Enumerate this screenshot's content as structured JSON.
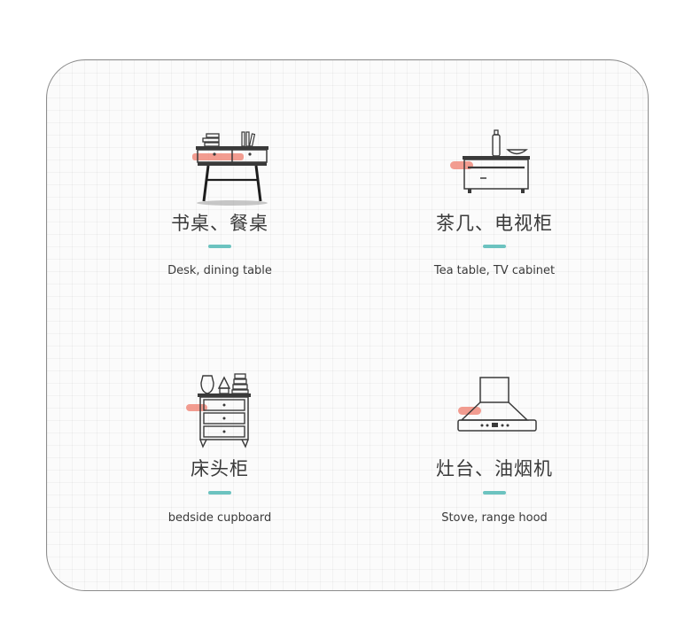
{
  "colors": {
    "accent_bar": "#6cc3c0",
    "highlight": "#f08b7c",
    "line": "#3a3a3a"
  },
  "items": [
    {
      "icon": "desk-icon",
      "title": "书桌、餐桌",
      "subtitle": "Desk, dining table"
    },
    {
      "icon": "tv-cabinet-icon",
      "title": "茶几、电视柜",
      "subtitle": "Tea table, TV cabinet"
    },
    {
      "icon": "bedside-cabinet-icon",
      "title": "床头柜",
      "subtitle": "bedside cupboard"
    },
    {
      "icon": "range-hood-icon",
      "title": "灶台、油烟机",
      "subtitle": "Stove, range hood"
    }
  ]
}
